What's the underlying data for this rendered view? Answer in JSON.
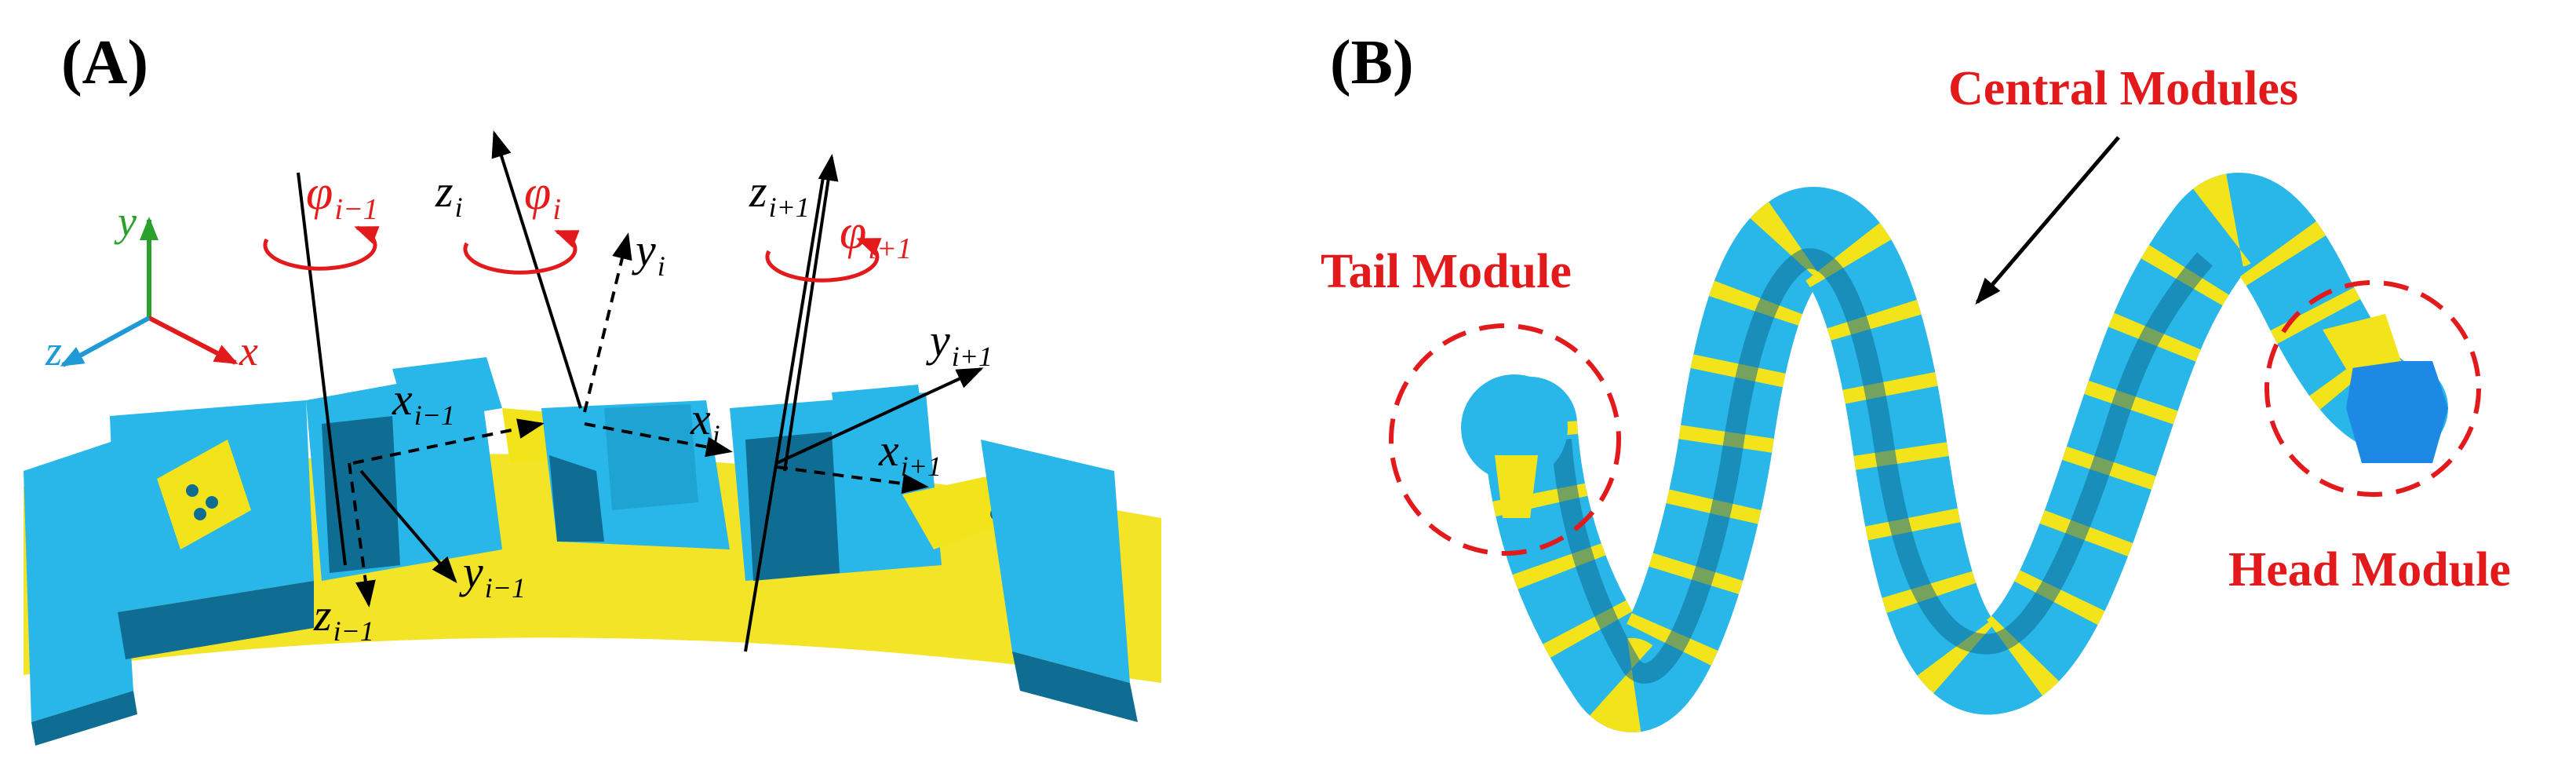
{
  "panels": {
    "a_label": "(A)",
    "b_label": "(B)"
  },
  "frame_axes": {
    "x": "x",
    "y": "y",
    "z": "z"
  },
  "joint_labels": {
    "phi_prev": "φ",
    "phi_prev_sub": "i−1",
    "phi": "φ",
    "phi_sub": "i",
    "phi_next": "φ",
    "phi_next_sub": "i+1",
    "z_prev": "z",
    "z_prev_sub": "i−1",
    "z": "z",
    "z_sub": "i",
    "z_next": "z",
    "z_next_sub": "i+1",
    "x_prev": "x",
    "x_prev_sub": "i−1",
    "x": "x",
    "x_sub": "i",
    "x_next": "x",
    "x_next_sub": "i+1",
    "y_prev": "y",
    "y_prev_sub": "i−1",
    "y": "y",
    "y_sub": "i",
    "y_next": "y",
    "y_next_sub": "i+1"
  },
  "annotations": {
    "central": "Central Modules",
    "tail": "Tail Module",
    "head": "Head Module"
  },
  "colors": {
    "module_blue": "#29b6e8",
    "module_dark": "#0f6d93",
    "joint_yellow": "#f2e31b",
    "annotation_red": "#e31a1c",
    "axis_green": "#2ca02c",
    "axis_red": "#e31a1c",
    "axis_blue": "#1f9ad6"
  }
}
